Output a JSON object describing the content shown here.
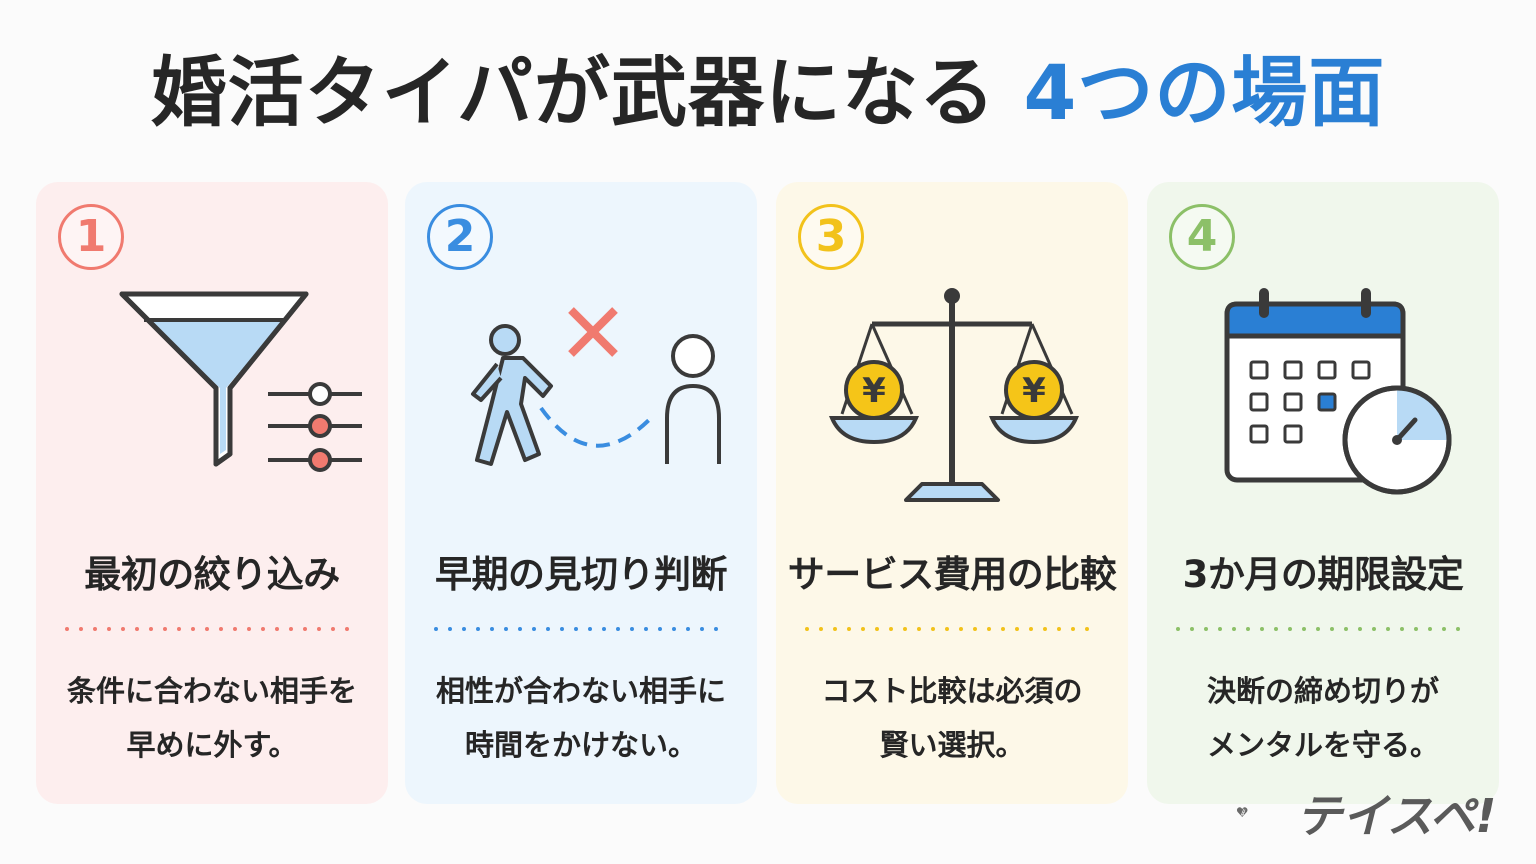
{
  "title": {
    "main": "婚活タイパが武器になる",
    "accent": "4つの場面"
  },
  "cards": [
    {
      "number": "1",
      "heading": "最初の絞り込み",
      "desc_line1": "条件に合わない相手を",
      "desc_line2": "早めに外す。",
      "icon": "funnel-filter-icon",
      "colors": {
        "bg": "#fdeeee",
        "accent": "#f07a6f"
      }
    },
    {
      "number": "2",
      "heading": "早期の見切り判断",
      "desc_line1": "相性が合わない相手に",
      "desc_line2": "時間をかけない。",
      "icon": "walking-away-icon",
      "colors": {
        "bg": "#edf6fd",
        "accent": "#3a8de0"
      }
    },
    {
      "number": "3",
      "heading": "サービス費用の比較",
      "desc_line1": "コスト比較は必須の",
      "desc_line2": "賢い選択。",
      "icon": "yen-balance-scale-icon",
      "colors": {
        "bg": "#fdf8e8",
        "accent": "#f2c21b"
      }
    },
    {
      "number": "4",
      "heading": "3か月の期限設定",
      "desc_line1": "決断の締め切りが",
      "desc_line2": "メンタルを守る。",
      "icon": "calendar-clock-icon",
      "colors": {
        "bg": "#f0f7ec",
        "accent": "#8cc068"
      }
    }
  ],
  "logo": {
    "text": "テイスペ!",
    "icon": "heart-ladder-logo-icon"
  }
}
